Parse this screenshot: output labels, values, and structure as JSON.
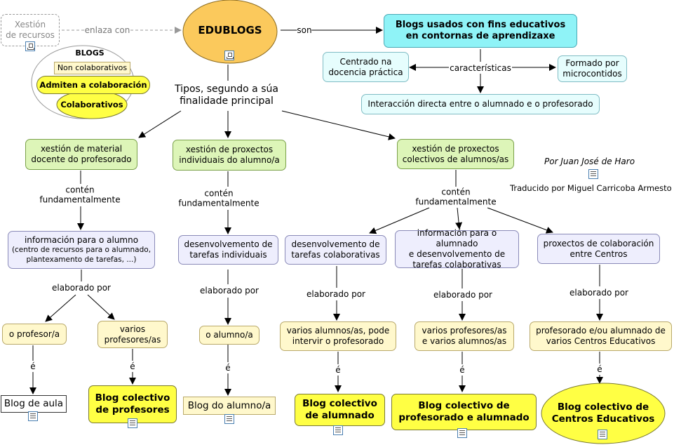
{
  "central": "EDUBLOGS",
  "resource": "Xestión\nde recursos",
  "links": {
    "enlaza_con": "enlaza con",
    "son": "son",
    "caracteristicas": "características",
    "tipos": "Tipos, segundo a súa\nfinalidade principal",
    "conten1": "contén\nfundamentalmente",
    "conten2": "contén\nfundamentalmente",
    "conten3": "contén\nfundamentalmente",
    "elab1": "elaborado por",
    "elab2": "elaborado por",
    "elab3": "elaborado por",
    "elab4": "elaborado por",
    "elab5": "elaborado por",
    "e1": "é",
    "e2": "é",
    "e3": "é",
    "e4": "é",
    "e5": "é",
    "e6": "é"
  },
  "legend": {
    "title": "BLOGS",
    "outer": "Non colaborativos",
    "middle": "Admiten a colaboración",
    "inner": "Colaborativos"
  },
  "definition": "Blogs usados con fins educativos\nen contornas de aprendizaxe",
  "features": {
    "left": "Centrado na\ndocencia práctica",
    "right": "Formado por\nmicrocontidos",
    "bottom": "Interacción directa entre o alumnado e o profesorado"
  },
  "types": {
    "t1": "xestión de material\ndocente do profesorado",
    "t2": "xestión de proxectos\nindividuais do alumno/a",
    "t3": "xestión de proxectos\ncolectivos de alumnos/as"
  },
  "contents": {
    "c1_main": "información para o alumno",
    "c1_sub": "(centro de recursos para o alumnado,\nplantexamento de tarefas, ...)",
    "c2": "desenvolvemento de\ntarefas individuais",
    "c3": "desenvolvemento de\ntarefas colaborativas",
    "c4": "información para o alumnado\ne desenvolvemento de\ntarefas colaborativas",
    "c5": "proxectos de colaboración\nentre Centros"
  },
  "authors": {
    "a1": "o profesor/a",
    "a2": "varios\nprofesores/as",
    "a3": "o alumno/a",
    "a4": "varios alumnos/as, pode\nintervir o profesorado",
    "a5": "varios profesores/as\ne varios alumnos/as",
    "a6": "profesorado e/ou alumnado de\nvarios Centros Educativos"
  },
  "blogs": {
    "b1": "Blog de aula",
    "b2": "Blog colectivo\nde profesores",
    "b3": "Blog do alumno/a",
    "b4": "Blog colectivo\nde alumnado",
    "b5": "Blog colectivo de\nprofesorado e alumnado",
    "b6": "Blog colectivo de\nCentros Educativos"
  },
  "credits": {
    "author": "Por Juan José de Haro",
    "translator": "Traducido por Miguel Carricoba Armesto"
  },
  "colors": {
    "central": "#fbc95c",
    "type_green": "#ddf5b8",
    "content_lavender": "#eeeefd",
    "author_cream": "#fff8cc",
    "blog_yellow": "#ffff44",
    "definition_cyan": "#8ff3f7"
  }
}
